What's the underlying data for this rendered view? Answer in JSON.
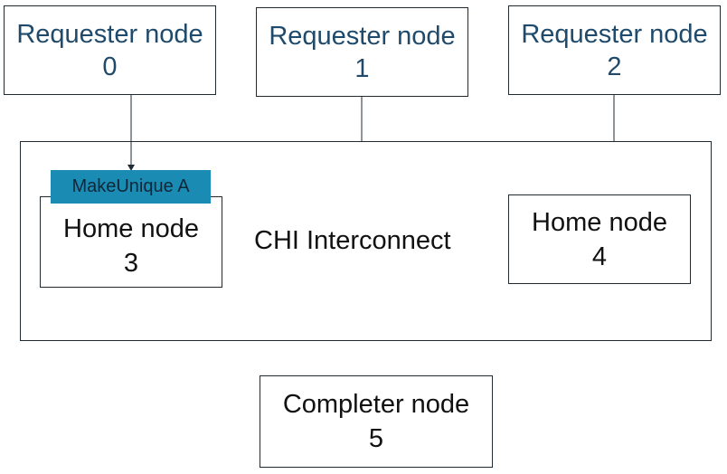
{
  "nodes": {
    "requester0": {
      "label": "Requester node",
      "id": "0"
    },
    "requester1": {
      "label": "Requester node",
      "id": "1"
    },
    "requester2": {
      "label": "Requester node",
      "id": "2"
    },
    "home3": {
      "label": "Home node",
      "id": "3"
    },
    "home4": {
      "label": "Home node",
      "id": "4"
    },
    "completer5": {
      "label": "Completer node",
      "id": "5"
    }
  },
  "interconnect": {
    "label": "CHI Interconnect"
  },
  "message": {
    "label": "MakeUnique A",
    "color": "#1a8bb3"
  },
  "colors": {
    "requester_text": "#1f4a6b",
    "body_text": "#111111",
    "border": "#1f2a33"
  }
}
